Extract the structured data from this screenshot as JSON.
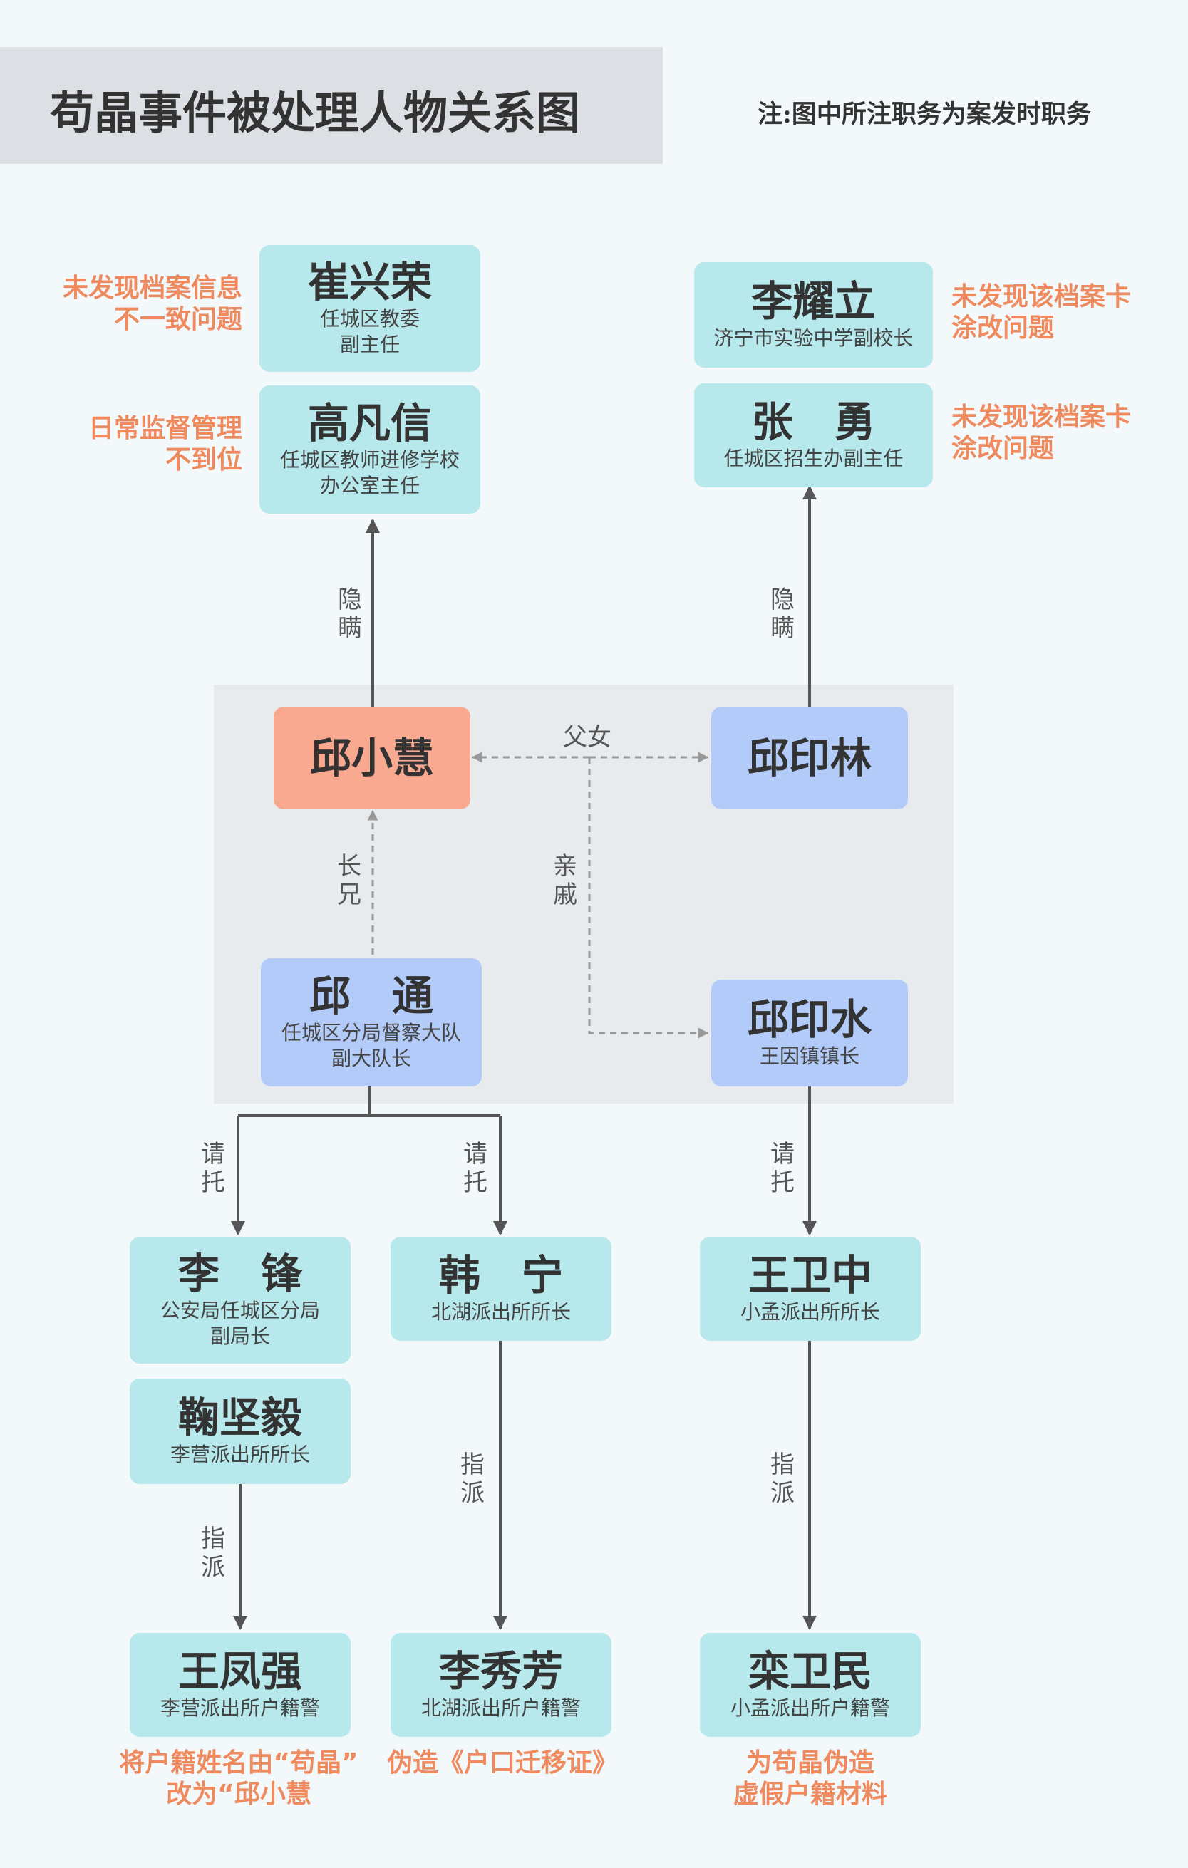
{
  "header": {
    "title": "苟晶事件被处理人物关系图",
    "note": "注:图中所注职务为案发时职务"
  },
  "people": {
    "cui": {
      "name": "崔兴荣",
      "role": "任城区教委\n副主任"
    },
    "gao": {
      "name": "高凡信",
      "role": "任城区教师进修学校\n办公室主任"
    },
    "li_yaoli": {
      "name": "李耀立",
      "role": "济宁市实验中学副校长"
    },
    "zhang": {
      "name": "张　勇",
      "role": "任城区招生办副主任"
    },
    "qiu_xiaohui": {
      "name": "邱小慧"
    },
    "qiu_yinlin": {
      "name": "邱印林"
    },
    "qiu_tong": {
      "name": "邱　通",
      "role": "任城区分局督察大队\n副大队长"
    },
    "qiu_yinshui": {
      "name": "邱印水",
      "role": "王因镇镇长"
    },
    "li_feng": {
      "name": "李　锋",
      "role": "公安局任城区分局\n副局长"
    },
    "ju": {
      "name": "鞠坚毅",
      "role": "李营派出所所长"
    },
    "han": {
      "name": "韩　宁",
      "role": "北湖派出所所长"
    },
    "wang_weizhong": {
      "name": "王卫中",
      "role": "小孟派出所所长"
    },
    "wang_fengqiang": {
      "name": "王凤强",
      "role": "李营派出所户籍警"
    },
    "li_xiufang": {
      "name": "李秀芳",
      "role": "北湖派出所户籍警"
    },
    "luan": {
      "name": "栾卫民",
      "role": "小孟派出所户籍警"
    }
  },
  "notes": {
    "cui": "未发现档案信息\n不一致问题",
    "gao": "日常监督管理\n不到位",
    "li_yaoli": "未发现该档案卡\n涂改问题",
    "zhang": "未发现该档案卡\n涂改问题",
    "wang_fengqiang": "将户籍姓名由“苟晶”\n改为“邱小慧",
    "li_xiufang": "伪造《户口迁移证》",
    "luan": "为苟晶伪造\n虚假户籍材料"
  },
  "relations": {
    "hide_left": "隐\n瞒",
    "hide_right": "隐\n瞒",
    "father_daughter": "父女",
    "relative": "亲\n戚",
    "elder_brother": "长\n兄",
    "request_1": "请\n托",
    "request_2": "请\n托",
    "request_3": "请\n托",
    "assign_1": "指\n派",
    "assign_2": "指\n派",
    "assign_3": "指\n派"
  },
  "colors": {
    "cyan": "#b6e8ec",
    "blue": "#b2cbf8",
    "salmon": "#f8a990",
    "note": "#ee8a5e",
    "line": "#555555",
    "dashed": "#999999"
  }
}
